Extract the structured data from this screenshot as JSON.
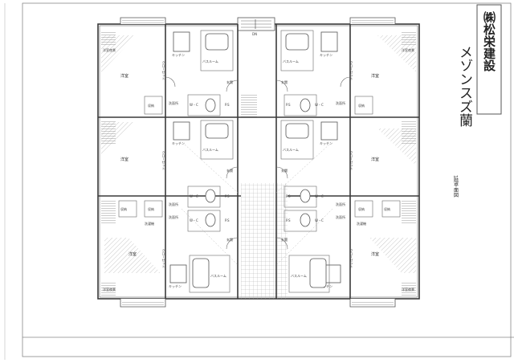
{
  "title_block": {
    "building_name": "メゾンスズ蘭",
    "company": "㈱松栄建設",
    "drawing_title": "1階平面図"
  },
  "room_labels": {
    "western": "洋室",
    "kitchen": "キッチン",
    "bathroom": "バスルーム",
    "toilet": "W・C",
    "storage": "収納",
    "entry": "玄関",
    "washroom": "洗面所",
    "washer": "洗濯機",
    "closet": "クローゼット",
    "ps": "P.S",
    "balcony": "洋室夜景",
    "dn": "DN"
  },
  "hatch_color": "#9a9a9a",
  "wall_color": "#3a3a3a"
}
